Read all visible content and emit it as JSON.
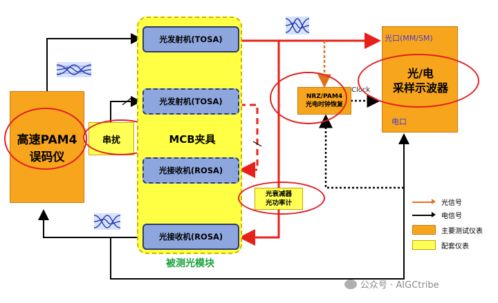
{
  "bert": {
    "line1": "高速PAM4",
    "line2": "误码仪"
  },
  "crosstalk": "串扰",
  "fixture": {
    "label": "MCB夹具",
    "bottom_label": "被测光模块"
  },
  "modules": {
    "tosa_top": "光发射机(TOSA)",
    "tosa_mid": "光发射机(TOSA)",
    "rosa_mid": "光接收机(ROSA)",
    "rosa_bottom": "光接收机(ROSA)"
  },
  "cdr": {
    "line1": "NRZ/PAM4",
    "line2": "光电时钟恢复"
  },
  "clock_label": "Clock",
  "scope": {
    "optical_port": "光口(MM/SM)",
    "title1": "光/电",
    "title2": "采样示波器",
    "electrical_port": "电口"
  },
  "attenuator": {
    "line1": "光衰减器",
    "line2": "光功率计"
  },
  "legend": {
    "optical_signal": "光信号",
    "electrical_signal": "电信号",
    "main_instrument": "主要测试仪表",
    "aux_instrument": "配套仪表"
  },
  "watermark": "公众号 · AIGCtribe",
  "colors": {
    "optical": "#e8201a",
    "electrical": "#000000",
    "main_instrument": "#f7a51c",
    "aux_instrument": "#ffff55",
    "module": "#8ea6de"
  }
}
